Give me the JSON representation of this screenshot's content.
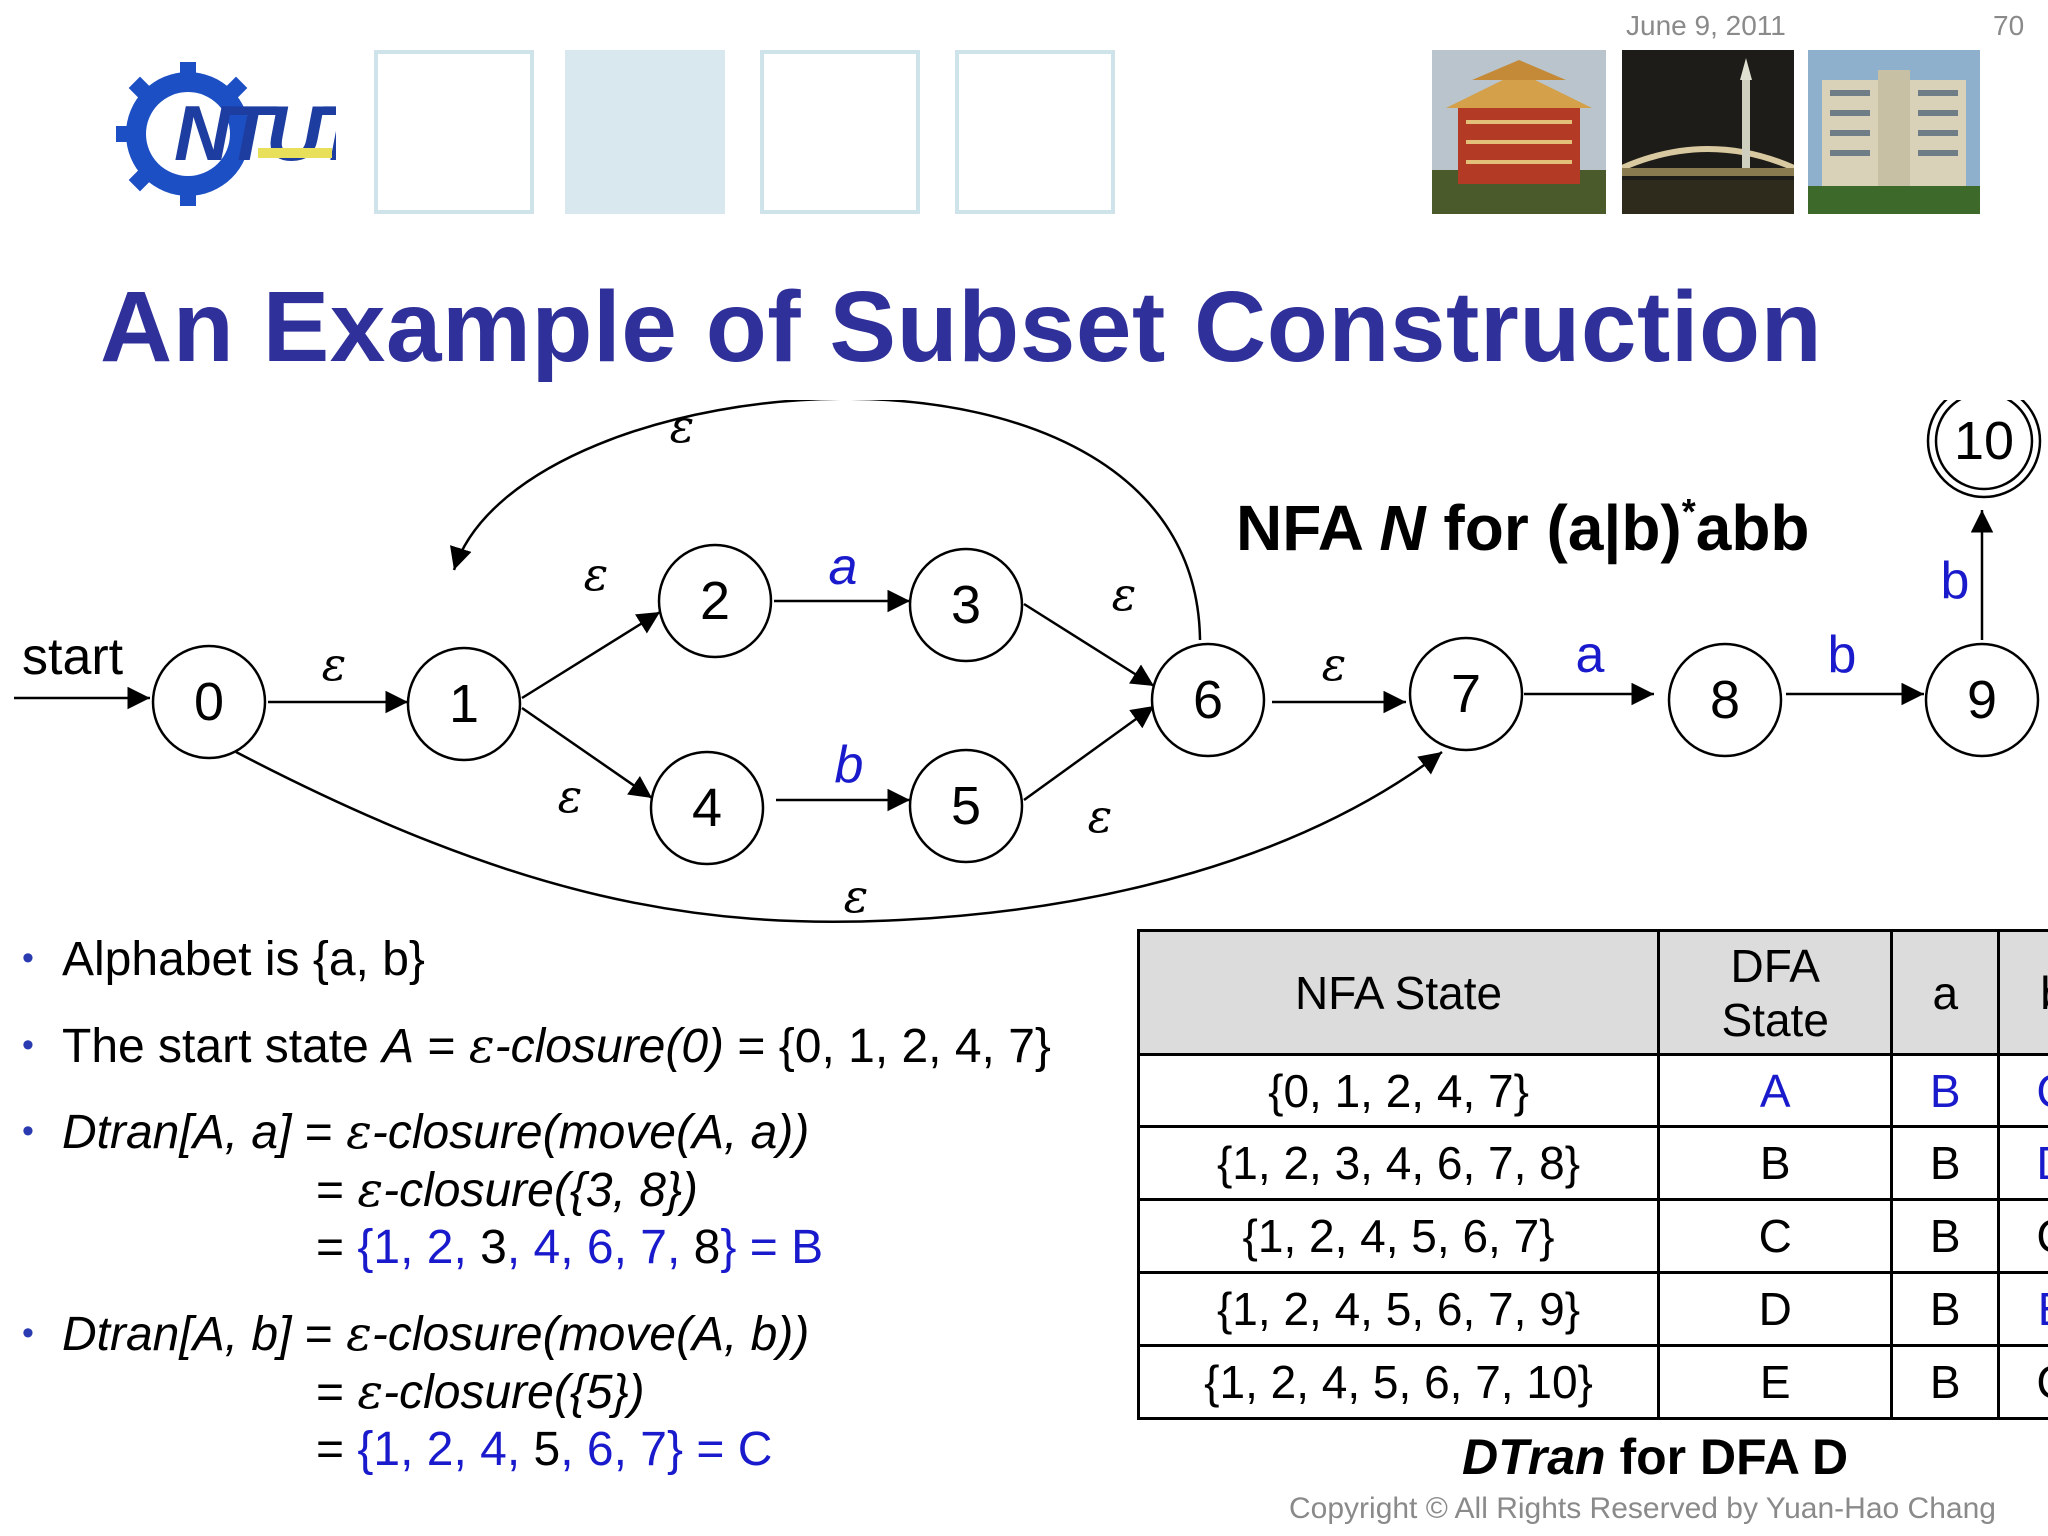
{
  "header": {
    "date": "June 9, 2011",
    "slide_number": "70",
    "logo_text": "NTUT"
  },
  "title": "An Example of Subset Construction",
  "diagram": {
    "label_prefix": "NFA ",
    "label_n": "N",
    "label_for": " for (a|b)",
    "label_star": "*",
    "label_tail": "abb",
    "start_label": "start",
    "epsilon": "ε",
    "states": [
      "0",
      "1",
      "2",
      "3",
      "4",
      "5",
      "6",
      "7",
      "8",
      "9",
      "10"
    ],
    "edge_labels": {
      "a": "a",
      "b": "b"
    },
    "colors": {
      "node_stroke": "#000000",
      "symbol_label": "#1a1acd"
    }
  },
  "bullets": {
    "alphabet": "Alphabet is {a, b}",
    "start_pre": "The start state ",
    "start_A": "A",
    "start_eq": " = ",
    "start_eps": "ε",
    "start_closure": "-closure(0)",
    "start_post": " = {0, 1, 2, 4, 7}",
    "dtran_a_head": "Dtran[A, a]",
    "dtran_b_head": "Dtran[A, b]",
    "eq": " = ",
    "eps": "ε",
    "closure_move_a": "-closure(move(A, a))",
    "closure_move_b": "-closure(move(A, b))",
    "closure_38": "-closure({3, 8})",
    "closure_5": "-closure({5})",
    "result_a": {
      "p1": "{1, 2, ",
      "p2": "3",
      "p3": ", 4, 6, 7, ",
      "p4": "8",
      "p5": "} = B"
    },
    "result_b": {
      "p1": "{1, 2, 4, ",
      "p2": "5",
      "p3": ", 6, 7} = C"
    }
  },
  "table": {
    "headers": [
      "NFA State",
      "DFA State",
      "a",
      "b"
    ],
    "rows": [
      [
        "{0, 1, 2, 4, 7}",
        "A",
        "B",
        "C"
      ],
      [
        "{1, 2, 3, 4, 6, 7, 8}",
        "B",
        "B",
        "D"
      ],
      [
        "{1, 2, 4, 5, 6, 7}",
        "C",
        "B",
        "C"
      ],
      [
        "{1, 2, 4, 5, 6, 7, 9}",
        "D",
        "B",
        "E"
      ],
      [
        "{1, 2, 4, 5, 6, 7, 10}",
        "E",
        "B",
        "C"
      ]
    ],
    "caption_italic": "DTran",
    "caption_rest": " for DFA D"
  },
  "copyright": "Copyright © All Rights Reserved by Yuan-Hao Chang"
}
